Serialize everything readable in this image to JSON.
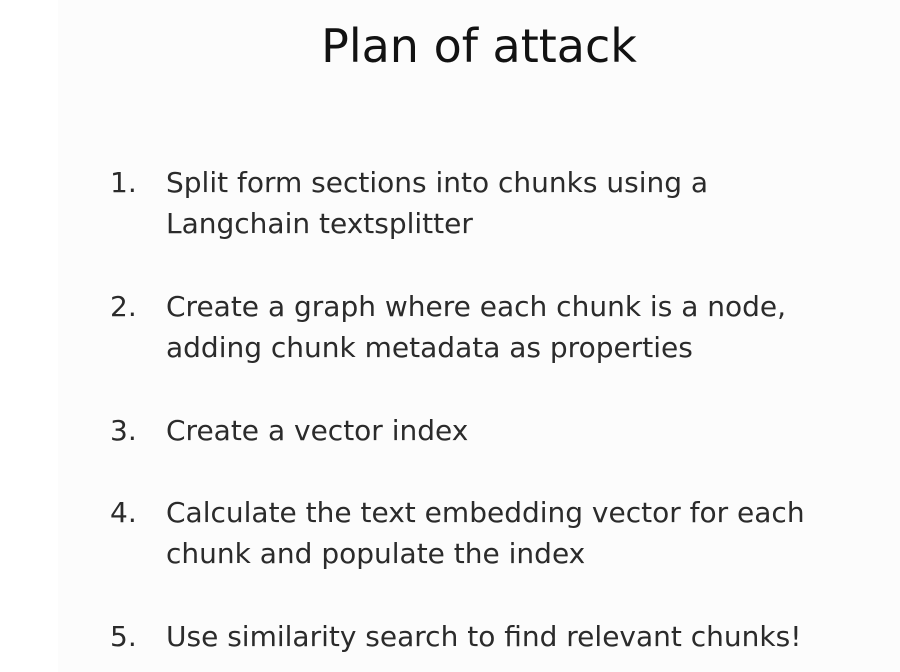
{
  "slide": {
    "title": "Plan of attack",
    "items": [
      {
        "number": "1.",
        "text": "Split form sections into chunks using a Langchain textsplitter"
      },
      {
        "number": "2.",
        "text": "Create a graph where each chunk is a node, adding chunk metadata as properties"
      },
      {
        "number": "3.",
        "text": "Create a vector index"
      },
      {
        "number": "4.",
        "text": "Calculate the text embedding vector for each chunk and populate the index"
      },
      {
        "number": "5.",
        "text": "Use similarity search to find relevant chunks!"
      }
    ]
  }
}
